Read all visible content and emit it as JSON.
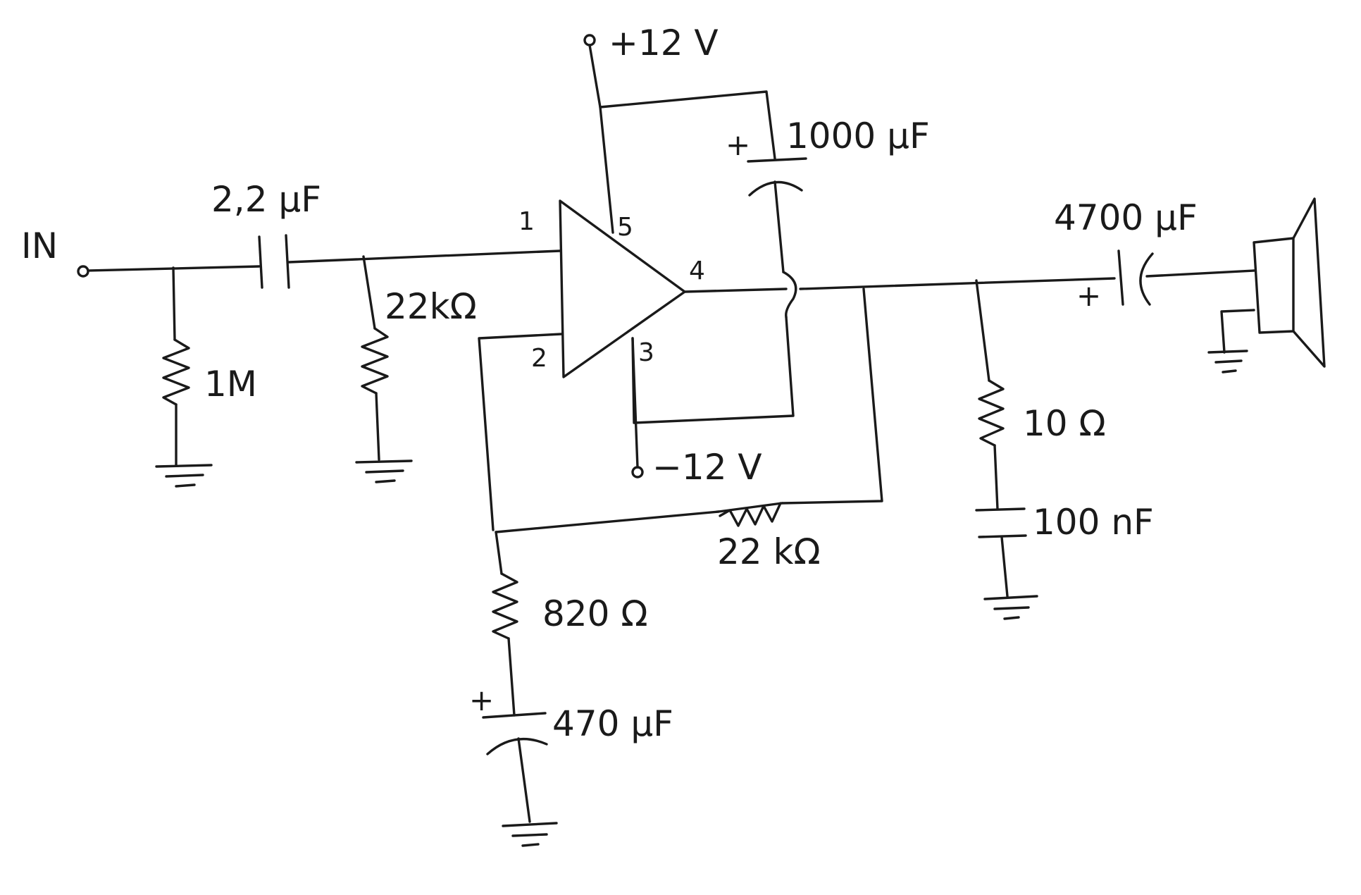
{
  "labels": {
    "input": "IN",
    "c_in": "2,2 µF",
    "r_in_1m": "1M",
    "r_bias": "22kΩ",
    "vcc": "+12 V",
    "vee": "−12 V",
    "c_supply": "1000 µF",
    "c_out": "4700 µF",
    "r_zobel": "10 Ω",
    "c_zobel": "100 nF",
    "r_feedback": "22 kΩ",
    "r_gain": "820 Ω",
    "c_gain": "470 µF"
  },
  "pins": {
    "p1": "1",
    "p2": "2",
    "p3": "3",
    "p4": "4",
    "p5": "5"
  },
  "polarity": {
    "c_supply": "+",
    "c_out": "+",
    "c_gain": "+"
  }
}
